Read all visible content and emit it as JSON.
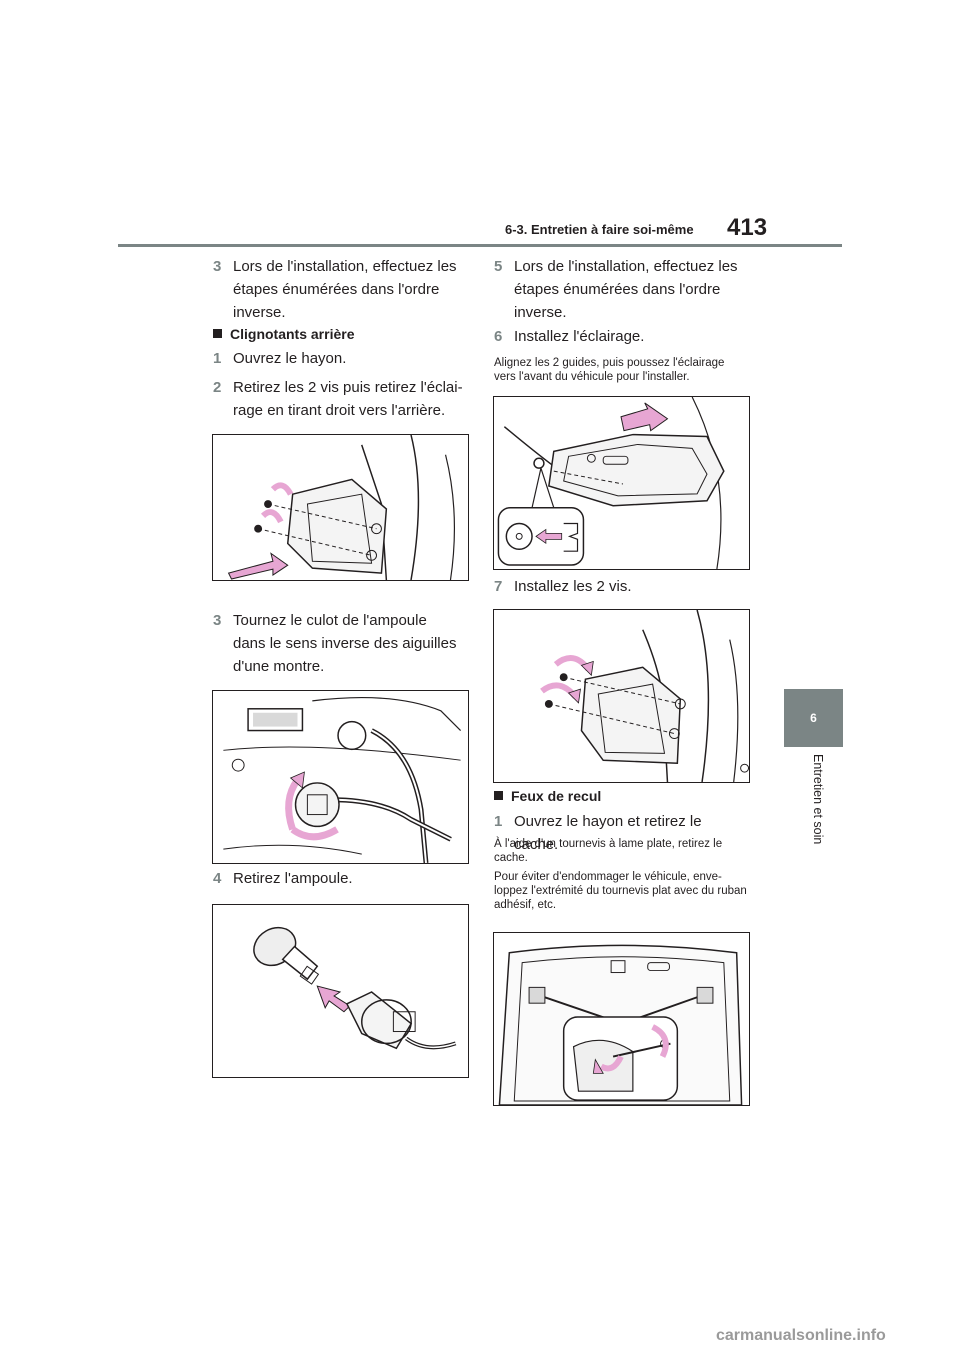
{
  "header": {
    "section": "6-3. Entretien à faire soi-même",
    "page_number": "413"
  },
  "sidebar": {
    "chapter_number": "6",
    "chapter_title": "Entretien et soin"
  },
  "left": {
    "step3a": {
      "num": "3",
      "text": "Lors de l'installation, effectuez les étapes énumérées dans l'ordre inverse."
    },
    "heading": "Clignotants arrière",
    "step1": {
      "num": "1",
      "text": "Ouvrez le hayon."
    },
    "step2": {
      "num": "2",
      "text": "Retirez les 2 vis puis retirez l'éclai­rage en tirant droit vers l'arrière."
    },
    "step3": {
      "num": "3",
      "text": "Tournez le culot de l'ampoule dans le sens inverse des aiguilles d'une montre."
    },
    "step4": {
      "num": "4",
      "text": "Retirez l'ampoule."
    }
  },
  "right": {
    "step5": {
      "num": "5",
      "text": "Lors de l'installation, effectuez les étapes énumérées dans l'ordre inverse."
    },
    "step6": {
      "num": "6",
      "text": "Installez l'éclairage."
    },
    "note6": "Alignez les 2 guides, puis poussez l'éclai­rage vers l'avant du véhicule pour l'installer.",
    "step7": {
      "num": "7",
      "text": "Installez les 2 vis."
    },
    "heading": "Feux de recul",
    "step1": {
      "num": "1",
      "text": "Ouvrez le hayon et retirez le cache."
    },
    "note1a": "À l'aide d'un tournevis à lame plate, retirez le cache.",
    "note1b": "Pour éviter d'endommager le véhicule, enve­loppez l'extrémité du tournevis plat avec du ruban adhésif, etc."
  },
  "footer": {
    "watermark": "carmanualsonline.info"
  },
  "colors": {
    "accent_gray": "#7b8585",
    "arrow_pink": "#e7a6d3",
    "text": "#231f20"
  }
}
